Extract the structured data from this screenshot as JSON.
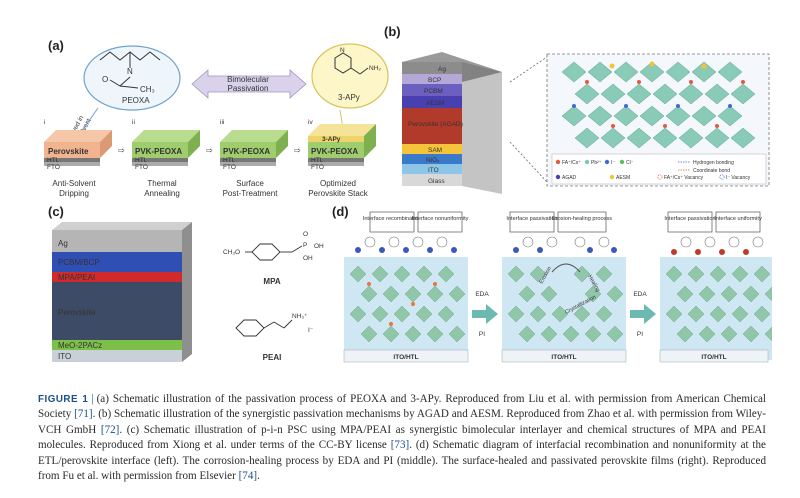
{
  "panel_a": {
    "label": "(a)",
    "molecule_left": "PEOXA",
    "molecule_right": "3-APy",
    "arrow_text": [
      "Bimolecular",
      "Passivation"
    ],
    "dissolved_text": [
      "Dissolved in",
      "Anti-solvent"
    ],
    "steps": [
      {
        "roman": "i",
        "top": "Perovskite",
        "layers": [
          "HTL",
          "FTO"
        ],
        "caption": [
          "Anti-Solvent",
          "Dripping"
        ]
      },
      {
        "roman": "ii",
        "top": "PVK-PEOXA",
        "layers": [
          "HTL",
          "FTO"
        ],
        "caption": [
          "Thermal",
          "Annealing"
        ]
      },
      {
        "roman": "iii",
        "top": "PVK-PEOXA",
        "layers": [
          "HTL",
          "FTO"
        ],
        "caption": [
          "Surface",
          "Post-Treatment"
        ]
      },
      {
        "roman": "iv",
        "top": "PVK-PEOXA",
        "top2": "3-APy",
        "layers": [
          "HTL",
          "FTO"
        ],
        "caption": [
          "Optimized",
          "Perovskite Stack"
        ]
      }
    ],
    "atom_labels": {
      "n": "N",
      "nh2": "NH₂",
      "o": "O",
      "ch3": "CH₃",
      "n_ring": "N"
    }
  },
  "panel_b": {
    "label": "(b)",
    "layers": [
      "Ag",
      "BCP",
      "PCBM",
      "AESM",
      "Perovskite (AGAD)",
      "SAM",
      "NiOₓ",
      "ITO",
      "Glass"
    ],
    "legend": [
      "FA⁺/Cs⁺",
      "Pb²⁺",
      "I⁻",
      "Cl⁻",
      "Hydrogen bonding",
      "Coordinate bond",
      "AGAD",
      "AESM",
      "FA⁺/Cs⁺ Vacancy",
      "I⁻ Vacancy"
    ]
  },
  "panel_c": {
    "label": "(c)",
    "layers": [
      "Ag",
      "PCBM/BCP",
      "MPA/PEAI",
      "Perovskite",
      "MeO-2PACz",
      "ITO"
    ],
    "mol1_name": "MPA",
    "mol2_name": "PEAI",
    "mol1_group": "CH₃O",
    "mol1_acid": [
      "O",
      "P",
      "OH",
      "OH"
    ],
    "mol2_group": "NH₃⁺",
    "mol2_ion": "I⁻"
  },
  "panel_d": {
    "label": "(d)",
    "left_tags": [
      "Interface recombination",
      "Interface nonuniformity"
    ],
    "mid_tags": [
      "Interface passivation",
      "Erosion-healing process"
    ],
    "right_tags": [
      "Interface passivation",
      "Interface uniformity"
    ],
    "substrate": [
      "ITO/HTL",
      "ITO/HTL",
      "ITO/HTL"
    ],
    "arrow1": [
      "EDA",
      "PI"
    ],
    "arrow2": [
      "EDA",
      "PI"
    ],
    "side_labels": [
      "Erosion",
      "Healing",
      "Crystallization"
    ]
  },
  "caption": {
    "fig_label": "FIGURE 1",
    "sep": "|",
    "parts": [
      "(a) Schematic illustration of the passivation process of PEOXA and 3-APy. Reproduced from Liu et al. with permission from American Chemical Society ",
      "[71]",
      ". (b) Schematic illustration of the synergistic passivation mechanisms by AGAD and AESM. Reproduced from Zhao et al. with permission from Wiley-VCH GmbH ",
      "[72]",
      ". (c) Schematic illustration of p-i-n PSC using MPA/PEAI as synergistic bimolecular interlayer and chemical structures of MPA and PEAI molecules. Reproduced from Xiong et al. under terms of the CC-BY license ",
      "[73]",
      ". (d) Schematic diagram of interfacial recombination and nonuniformity at the ETL/perovskite interface (left). The corrosion-healing process by EDA and PI (middle). The surface-healed and passivated perovskite films (right). Reproduced from Fu et al. with permission from Elsevier ",
      "[74]",
      "."
    ]
  }
}
